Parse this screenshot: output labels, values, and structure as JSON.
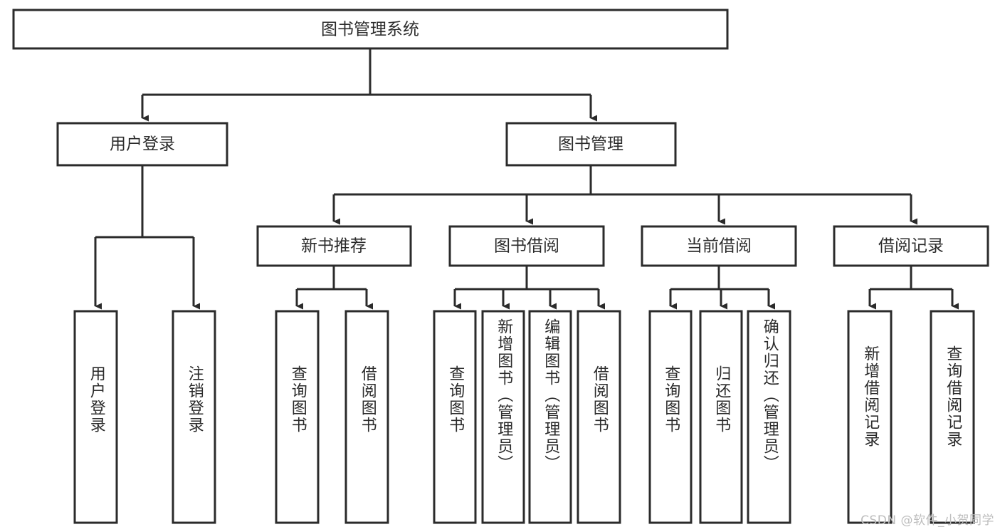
{
  "diagram": {
    "title": "图书管理系统",
    "type": "tree-hierarchy",
    "root": {
      "label": "图书管理系统"
    },
    "level2": [
      {
        "label": "用户登录"
      },
      {
        "label": "图书管理"
      }
    ],
    "level3": [
      {
        "label": "新书推荐"
      },
      {
        "label": "图书借阅"
      },
      {
        "label": "当前借阅"
      },
      {
        "label": "借阅记录"
      }
    ],
    "leaves": {
      "user_login": [
        {
          "label": "用户登录"
        },
        {
          "label": "注销登录"
        }
      ],
      "new_book_recommend": [
        {
          "label": "查询图书"
        },
        {
          "label": "借阅图书"
        }
      ],
      "book_borrow": [
        {
          "label": "查询图书"
        },
        {
          "label": "新增图书（管理员）"
        },
        {
          "label": "编辑图书（管理员）"
        },
        {
          "label": "借阅图书"
        }
      ],
      "current_borrow": [
        {
          "label": "查询图书"
        },
        {
          "label": "归还图书"
        },
        {
          "label": "确认归还（管理员）"
        }
      ],
      "borrow_record": [
        {
          "label": "新增借阅记录"
        },
        {
          "label": "查询借阅记录"
        }
      ]
    }
  },
  "watermark": {
    "text": "CSDN @软件_小贺同学"
  },
  "colors": {
    "stroke": "#2b2b2b",
    "fill": "#ffffff",
    "text": "#2b2b2b",
    "watermark": "#bdbdbd"
  }
}
